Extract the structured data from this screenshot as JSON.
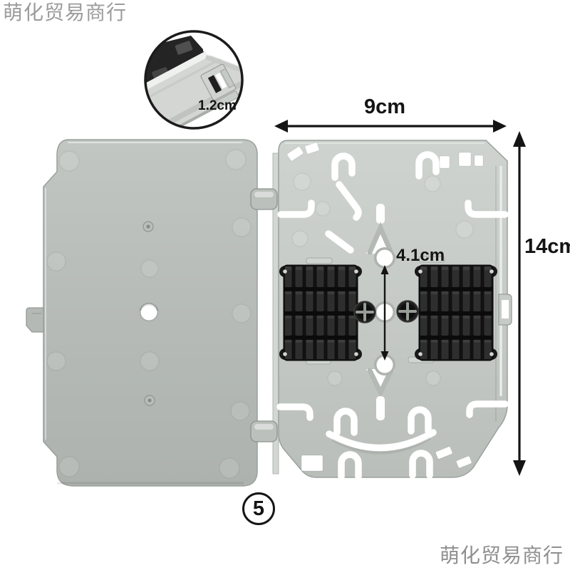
{
  "watermarks": {
    "top_left": "萌化贸易商行",
    "bottom_right": "萌化贸易商行"
  },
  "dimensions": {
    "width": "9cm",
    "height": "14cm",
    "hole_spacing": "4.1cm",
    "latch_detail": "1.2cm"
  },
  "badge": {
    "step_number": "5"
  },
  "subject": {
    "item": "fiber-optic-splice-tray-with-open-lid",
    "splice_holder_count": 2,
    "center_hole_count": 3
  },
  "colors": {
    "background": "#ffffff",
    "lid_gray": "#b6bbb7",
    "tray_gray": "#c5cac6",
    "splice_holder_black": "#161616",
    "annotation_black": "#141414",
    "watermark_gray": "#9c9c9c"
  }
}
